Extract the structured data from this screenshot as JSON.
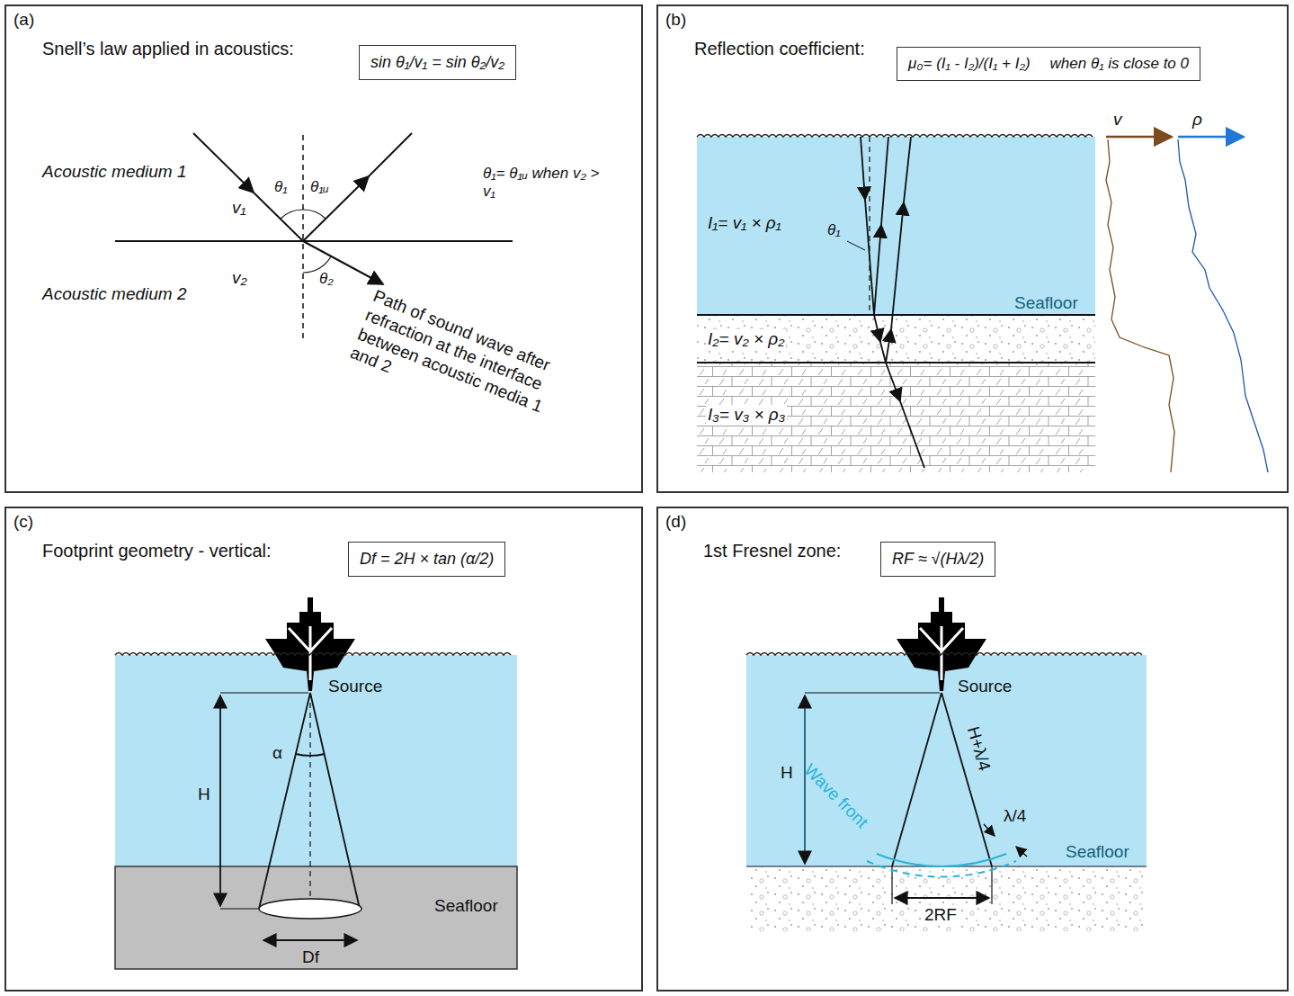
{
  "diagram": {
    "nodes": [
      {
        "text": [
          "(a)",
          "Snell’s law applied in acoustics:"
        ]
      },
      {
        "text": [
          "sin θ₁/v₁ = sin θ₂/v₂"
        ],
        "in": 0
      },
      {
        "text": [
          "(b)",
          "Reflection coefficient:"
        ]
      },
      {
        "text": [
          "μ₀= (I₁ - I₂)/(I₁ + I₂)",
          "when θ₁ is close to 0"
        ],
        "in": 2
      },
      {
        "text": [
          "(c)",
          "Footprint geometry - vertical:"
        ]
      },
      {
        "text": [
          "Df = 2H × tan (α/2)"
        ],
        "in": 4
      },
      {
        "text": [
          "(d)",
          "1st Fresnel zone:"
        ]
      },
      {
        "text": [
          "RF ≈ √(Hλ/2)"
        ],
        "in": 6
      }
    ],
    "labels": [
      "Acoustic medium 1",
      "v₁",
      "θ₁",
      "θ₁ᵤ",
      "θ₁= θ₁ᵤ when v₂ > v₁",
      "v₂",
      "Acoustic medium 2",
      "θ₂",
      "Path of sound wave after refraction at the interface between acoustic media 1 and 2",
      "I₁= v₁ × ρ₁",
      "θ₁",
      "Seafloor",
      "I₂= v₂ × ρ₂",
      "I₃= v₃ × ρ₃",
      "v",
      "ρ",
      "Source",
      "α",
      "H",
      "Seafloor",
      "Df",
      "Source",
      "H",
      "Wave front",
      "H+λ/4",
      "λ/4",
      "Seafloor",
      "2RF"
    ]
  }
}
